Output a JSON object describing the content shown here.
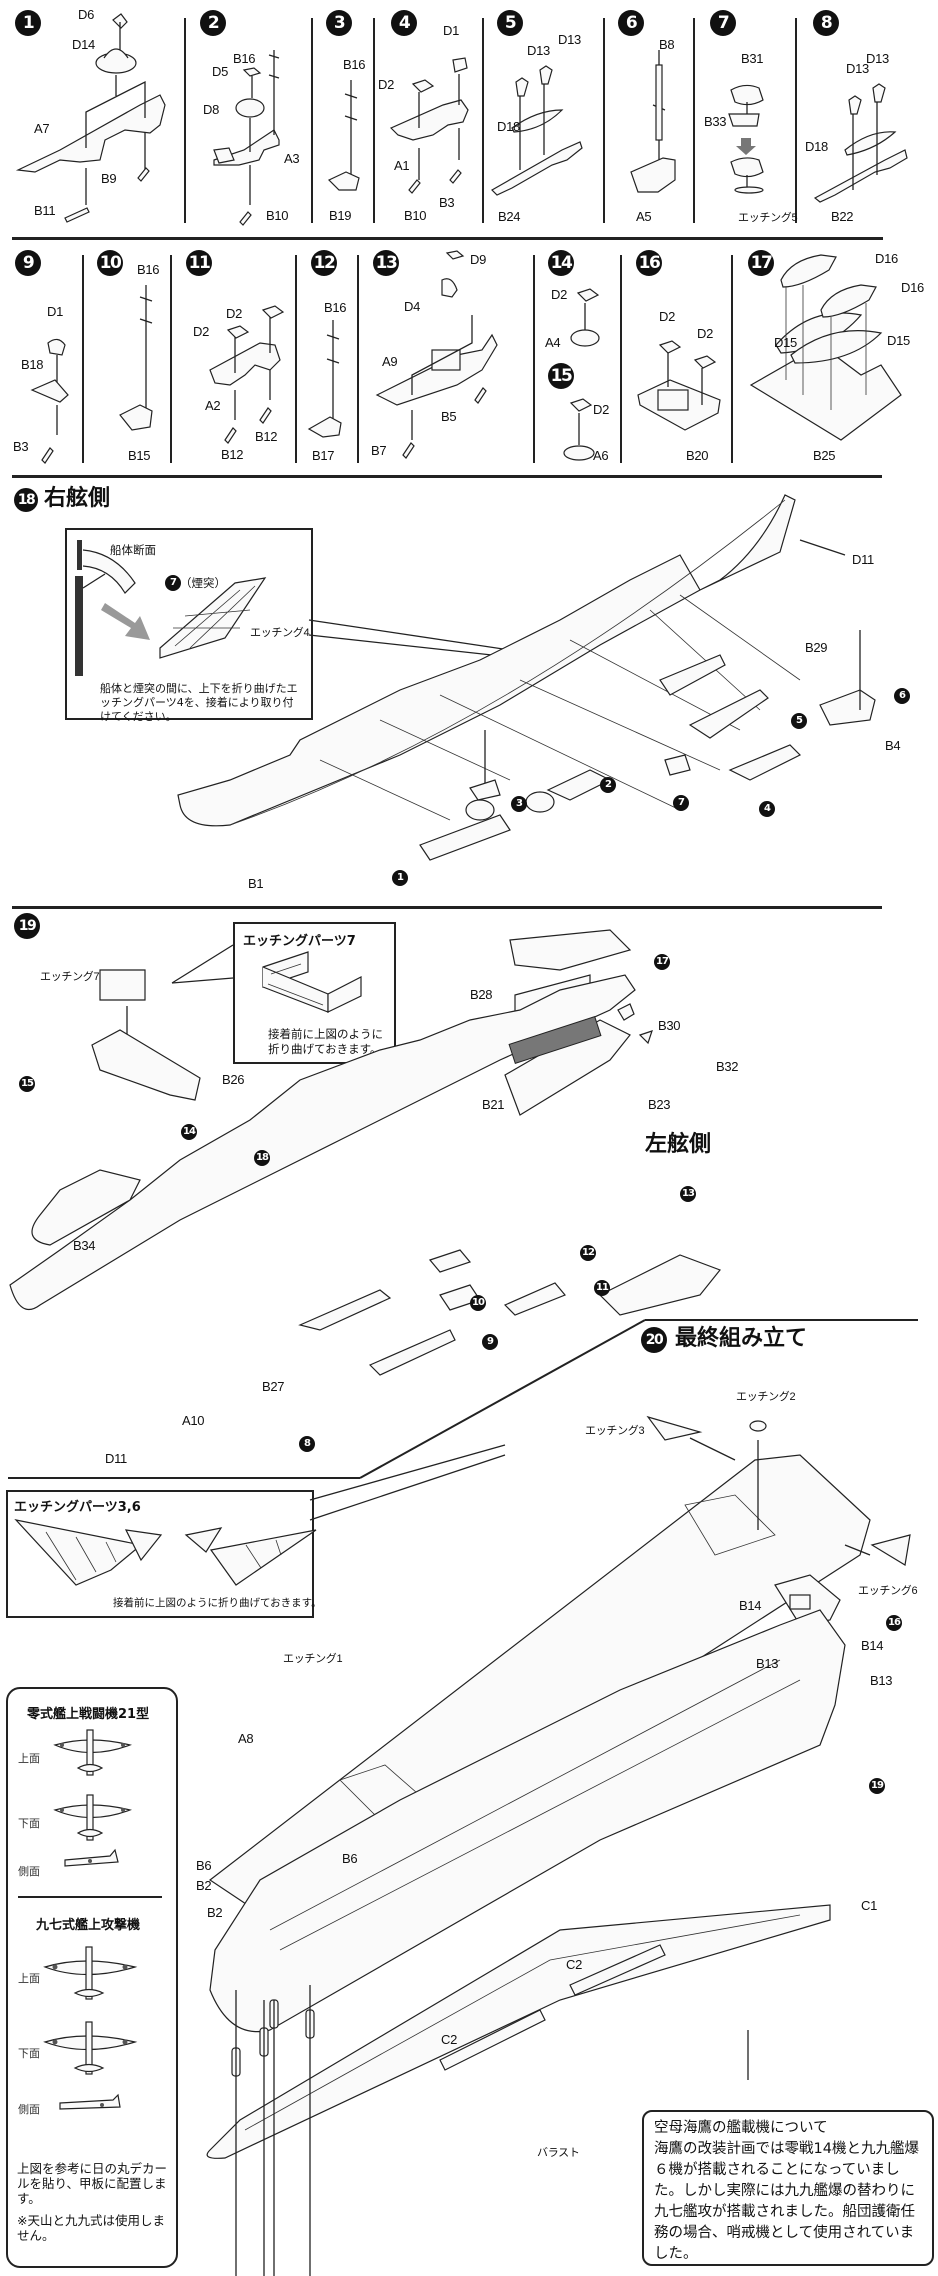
{
  "page": {
    "kind": "model kit assembly instructions",
    "subject": "空母 海鷹"
  },
  "steps_row1": [
    {
      "number": "1",
      "parts": [
        "D6",
        "D14",
        "A7",
        "B9",
        "B11"
      ]
    },
    {
      "number": "2",
      "parts": [
        "B16",
        "D5",
        "D8",
        "A3",
        "B10"
      ]
    },
    {
      "number": "3",
      "parts": [
        "B16",
        "B19"
      ]
    },
    {
      "number": "4",
      "parts": [
        "D1",
        "D2",
        "A1",
        "B10",
        "B3"
      ]
    },
    {
      "number": "5",
      "parts": [
        "D13",
        "D13",
        "D18",
        "B24"
      ]
    },
    {
      "number": "6",
      "parts": [
        "B8",
        "A5"
      ]
    },
    {
      "number": "7",
      "parts": [
        "B31",
        "B33",
        "エッチング5"
      ]
    },
    {
      "number": "8",
      "parts": [
        "D13",
        "D13",
        "D18",
        "B22"
      ]
    }
  ],
  "steps_row2": [
    {
      "number": "9",
      "parts": [
        "D1",
        "B18",
        "B3"
      ]
    },
    {
      "number": "10",
      "parts": [
        "B16",
        "B15"
      ]
    },
    {
      "number": "11",
      "parts": [
        "D2",
        "D2",
        "A2",
        "B12",
        "B12"
      ]
    },
    {
      "number": "12",
      "parts": [
        "B16",
        "B17"
      ]
    },
    {
      "number": "13",
      "parts": [
        "D9",
        "D4",
        "A9",
        "B5",
        "B7"
      ]
    },
    {
      "number": "14",
      "parts": [
        "D2",
        "A4"
      ]
    },
    {
      "number": "15",
      "parts": [
        "D2",
        "A6"
      ]
    },
    {
      "number": "16",
      "parts": [
        "D2",
        "D2",
        "B20"
      ]
    },
    {
      "number": "17",
      "parts": [
        "D16",
        "D16",
        "D15",
        "D15",
        "B25"
      ]
    }
  ],
  "step18": {
    "number": "18",
    "title": "右舷側",
    "inset": {
      "label_hull_section": "船体断面",
      "label_funnel_ref": "7",
      "label_funnel": "（煙突）",
      "label_etching": "エッチング4",
      "instruction": "船体と煙突の間に、上下を折り曲げたエッチングパーツ4を、接着により取り付けてください。"
    },
    "labels": {
      "d11": "D11",
      "b29": "B29",
      "b4": "B4",
      "b1": "B1"
    },
    "callouts": [
      "1",
      "2",
      "3",
      "4",
      "5",
      "6",
      "7"
    ]
  },
  "step19": {
    "number": "19",
    "title_port": "左舷側",
    "inset": {
      "title": "エッチングパーツ7",
      "instruction_line1": "接着前に上図のように",
      "instruction_line2": "折り曲げておきます。"
    },
    "labels": {
      "etching7": "エッチング7",
      "b26": "B26",
      "b28": "B28",
      "b30": "B30",
      "b32": "B32",
      "b21": "B21",
      "b23": "B23",
      "b34": "B34",
      "b27": "B27",
      "a10": "A10",
      "d11": "D11"
    },
    "callouts": [
      "15",
      "14",
      "18",
      "17",
      "13",
      "12",
      "11",
      "10",
      "9",
      "8"
    ]
  },
  "step20": {
    "number": "20",
    "title": "最終組み立て",
    "etching_inset": {
      "title": "エッチングパーツ3,6",
      "instruction": "接着前に上図のように折り曲げておきます。"
    },
    "labels": {
      "etching1": "エッチング1",
      "etching2": "エッチング2",
      "etching3": "エッチング3",
      "etching6": "エッチング6",
      "a8": "A8",
      "b6a": "B6",
      "b6b": "B6",
      "b2a": "B2",
      "b2b": "B2",
      "b14a": "B14",
      "b14b": "B14",
      "b13a": "B13",
      "b13b": "B13",
      "c1": "C1",
      "c2a": "C2",
      "c2b": "C2",
      "ballast": "バラスト"
    },
    "callouts": [
      "16",
      "19"
    ]
  },
  "aircraft_panel": {
    "aircraft": [
      {
        "name": "零式艦上戦闘機21型",
        "views": [
          "上面",
          "下面",
          "側面"
        ]
      },
      {
        "name": "九七式艦上攻撃機",
        "views": [
          "上面",
          "下面",
          "側面"
        ]
      }
    ],
    "note1": "上図を参考に日の丸デカールを貼り、甲板に配置します。",
    "note2": "※天山と九九式は使用しません。"
  },
  "info_box": {
    "title": "空母海鷹の艦載機について",
    "body": "海鷹の改装計画では零戦14機と九九艦爆６機が搭載されることになっていました。しかし実際には九九艦爆の替わりに九七艦攻が搭載されました。船団護衛任務の場合、哨戒機として使用されていました。"
  }
}
